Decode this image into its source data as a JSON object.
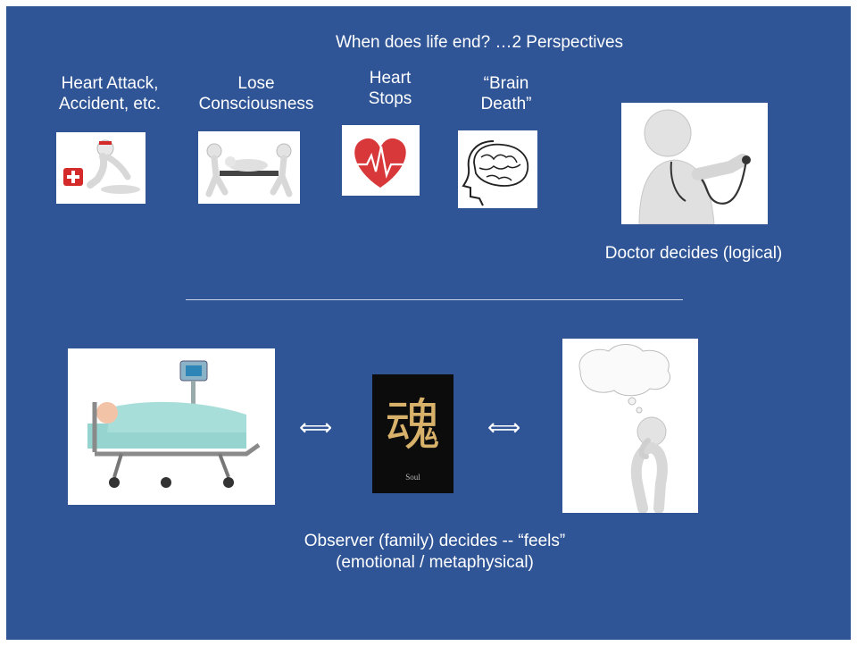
{
  "slide": {
    "title": "When does life end? …2 Perspectives",
    "stages": [
      {
        "label": "Heart Attack,\nAccident, etc.",
        "icon": "first-aid-icon"
      },
      {
        "label": "Lose\nConsciousness",
        "icon": "stretcher-icon"
      },
      {
        "label": "Heart\nStops",
        "icon": "heartbeat-icon"
      },
      {
        "label": "“Brain\nDeath”",
        "icon": "brain-icon"
      }
    ],
    "doctor": {
      "caption": "Doctor decides (logical)",
      "icon": "doctor-stethoscope-icon"
    },
    "observer": {
      "caption_line1": "Observer (family) decides -- “feels”",
      "caption_line2": "(emotional / metaphysical)",
      "soul_glyph": "魂",
      "soul_word": "Soul",
      "arrow": "⟺"
    },
    "colors": {
      "background": "#2f5597",
      "text": "#ffffff",
      "divider": "#c9d3e6"
    }
  }
}
